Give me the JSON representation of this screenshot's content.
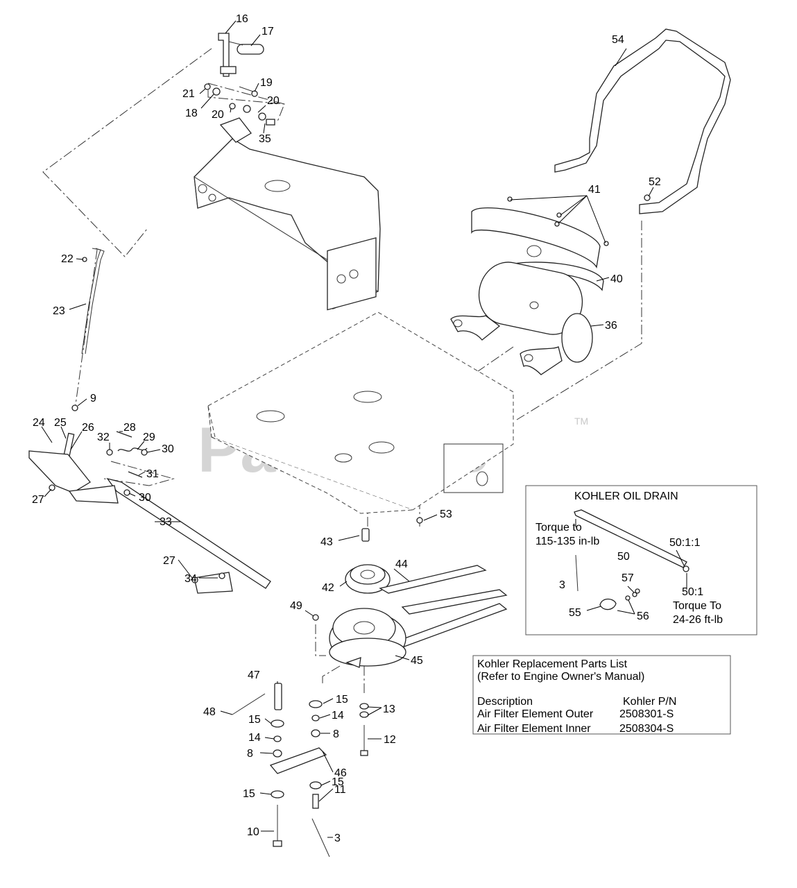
{
  "watermark": {
    "text": "PartsTree",
    "trademark": "TM"
  },
  "callouts": {
    "c16": "16",
    "c17": "17",
    "c19": "19",
    "c21": "21",
    "c18": "18",
    "c20a": "20",
    "c20b": "20",
    "c35": "35",
    "c22": "22",
    "c23": "23",
    "c9": "9",
    "c24": "24",
    "c25": "25",
    "c26": "26",
    "c28": "28",
    "c32": "32",
    "c29": "29",
    "c30a": "30",
    "c31": "31",
    "c27a": "27",
    "c30b": "30",
    "c33": "33",
    "c27b": "27",
    "c34": "34",
    "c54": "54",
    "c41": "41",
    "c52": "52",
    "c40": "40",
    "c36": "36",
    "c53": "53",
    "c43": "43",
    "c44": "44",
    "c42": "42",
    "c49": "49",
    "c45": "45",
    "c47": "47",
    "c15a": "15",
    "c13": "13",
    "c48": "48",
    "c15b": "15",
    "c14a": "14",
    "c14b": "14",
    "c8a": "8",
    "c12": "12",
    "c8b": "8",
    "c46": "46",
    "c15c": "15",
    "c11": "11",
    "c15d": "15",
    "c10": "10",
    "c3b": "3"
  },
  "kohler_oil_drain": {
    "title": "KOHLER OIL DRAIN",
    "torque_line1": "Torque to",
    "torque_line2": "115-135 in-lb",
    "part50": "50",
    "part50_1_1": "50:1:1",
    "part50_1": "50:1",
    "torque2_line1": "Torque To",
    "torque2_line2": "24-26 ft-lb",
    "part3": "3",
    "part57": "57",
    "part55": "55",
    "part56": "56"
  },
  "replacement_parts": {
    "title_line1": "Kohler Replacement Parts List",
    "title_line2": "(Refer to Engine Owner's Manual)",
    "header_description": "Description",
    "header_pn": "Kohler P/N",
    "rows": [
      {
        "description": "Air Filter Element Outer",
        "pn": "2508301-S"
      },
      {
        "description": "Air Filter Element Inner",
        "pn": "2508304-S"
      }
    ]
  }
}
